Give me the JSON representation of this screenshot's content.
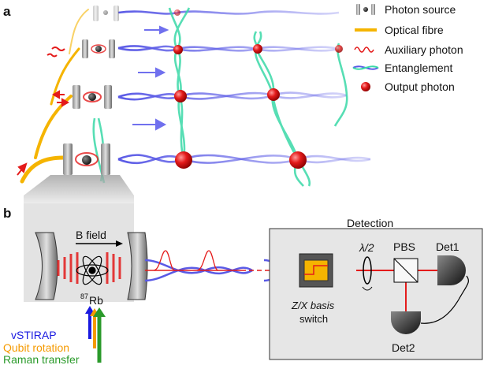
{
  "panels": {
    "a": "a",
    "b": "b"
  },
  "legend": {
    "items": [
      {
        "label": "Photon source",
        "icon": "photon-source-icon"
      },
      {
        "label": "Optical fibre",
        "icon": "optical-fibre-icon"
      },
      {
        "label": "Auxiliary photon",
        "icon": "auxiliary-photon-icon"
      },
      {
        "label": "Entanglement",
        "icon": "entanglement-icon"
      },
      {
        "label": "Output photon",
        "icon": "output-photon-icon"
      }
    ]
  },
  "setup": {
    "b_field": "B field",
    "atom_mass": "87",
    "atom_symbol": "Rb",
    "pulses": {
      "vstirap": "vSTIRAP",
      "qubit_rotation": "Qubit rotation",
      "raman_transfer": "Raman transfer"
    }
  },
  "detection": {
    "title": "Detection",
    "half_wave": "λ/2",
    "pbs": "PBS",
    "det1": "Det1",
    "det2": "Det2",
    "switch_line1": "Z/X basis",
    "switch_line2": "switch"
  },
  "colors": {
    "fibre": "#f5b400",
    "entangle_blue": "#5a5ae6",
    "entangle_green": "#3ad9a8",
    "photon_red": "#e41b1b",
    "arrow": "#7070ee",
    "vstirap": "#1a1ae0",
    "qubit": "#f59a00",
    "raman": "#2a9a2a",
    "mirror": "#555555"
  }
}
